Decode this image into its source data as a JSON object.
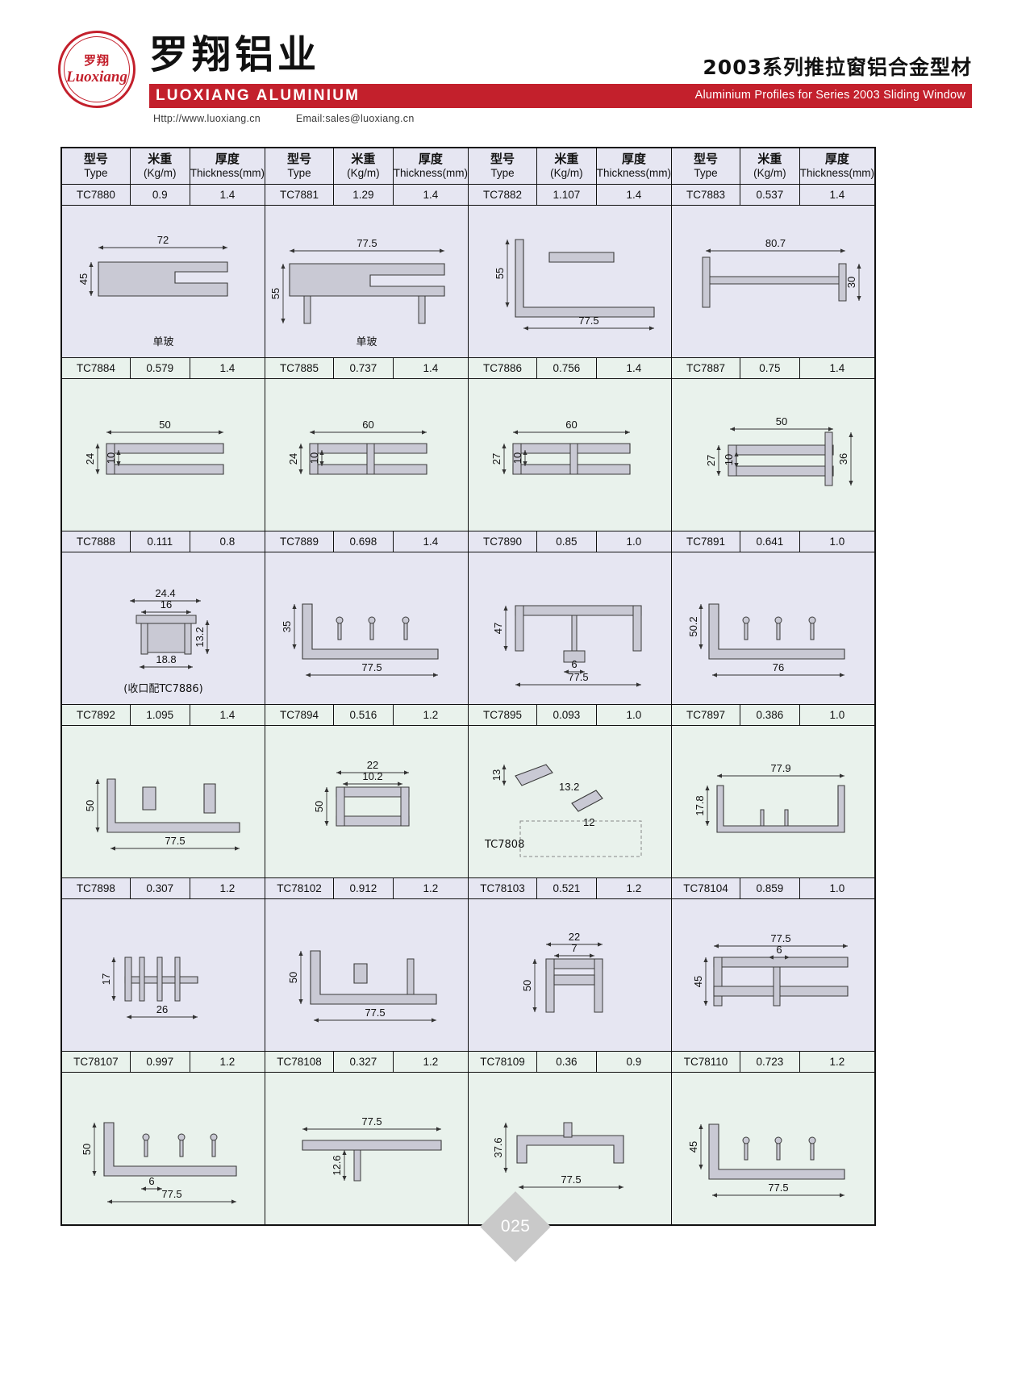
{
  "brand": {
    "logo_cn": "罗翔",
    "logo_en": "Luoxiang",
    "name_cn": "罗翔铝业",
    "name_en": "LUOXIANG ALUMINIUM",
    "website": "Http://www.luoxiang.cn",
    "email": "Email:sales@luoxiang.cn",
    "accent_color": "#c3202c"
  },
  "header": {
    "title_cn": "2003系列推拉窗铝合金型材",
    "title_en": "Aluminium Profiles for Series 2003 Sliding Window"
  },
  "table": {
    "headers": {
      "type_cn": "型号",
      "type_en": "Type",
      "weight_cn": "米重",
      "weight_en": "(Kg/m)",
      "thickness_cn": "厚度",
      "thickness_en": "Thickness(mm)"
    },
    "rows": [
      {
        "band": "violet",
        "specs": [
          {
            "type": "TC7880",
            "weight": "0.9",
            "thickness": "1.4"
          },
          {
            "type": "TC7881",
            "weight": "1.29",
            "thickness": "1.4"
          },
          {
            "type": "TC7882",
            "weight": "1.107",
            "thickness": "1.4"
          },
          {
            "type": "TC7883",
            "weight": "0.537",
            "thickness": "1.4"
          }
        ],
        "figures": [
          {
            "dims": [
              "72",
              "45"
            ],
            "caption": "单玻"
          },
          {
            "dims": [
              "77.5",
              "55"
            ],
            "caption": "单玻"
          },
          {
            "dims": [
              "55",
              "77.5"
            ],
            "caption": ""
          },
          {
            "dims": [
              "80.7",
              "30"
            ],
            "caption": ""
          }
        ]
      },
      {
        "band": "green",
        "specs": [
          {
            "type": "TC7884",
            "weight": "0.579",
            "thickness": "1.4"
          },
          {
            "type": "TC7885",
            "weight": "0.737",
            "thickness": "1.4"
          },
          {
            "type": "TC7886",
            "weight": "0.756",
            "thickness": "1.4"
          },
          {
            "type": "TC7887",
            "weight": "0.75",
            "thickness": "1.4"
          }
        ],
        "figures": [
          {
            "dims": [
              "50",
              "24",
              "10"
            ],
            "caption": ""
          },
          {
            "dims": [
              "60",
              "24",
              "10"
            ],
            "caption": ""
          },
          {
            "dims": [
              "60",
              "27",
              "10"
            ],
            "caption": ""
          },
          {
            "dims": [
              "50",
              "27",
              "10",
              "36"
            ],
            "caption": ""
          }
        ]
      },
      {
        "band": "violet",
        "specs": [
          {
            "type": "TC7888",
            "weight": "0.111",
            "thickness": "0.8"
          },
          {
            "type": "TC7889",
            "weight": "0.698",
            "thickness": "1.4"
          },
          {
            "type": "TC7890",
            "weight": "0.85",
            "thickness": "1.0"
          },
          {
            "type": "TC7891",
            "weight": "0.641",
            "thickness": "1.0"
          }
        ],
        "figures": [
          {
            "dims": [
              "24.4",
              "16",
              "13.2",
              "18.8"
            ],
            "caption": "(收口配TC7886)"
          },
          {
            "dims": [
              "35",
              "77.5"
            ],
            "caption": ""
          },
          {
            "dims": [
              "47",
              "6",
              "77.5"
            ],
            "caption": ""
          },
          {
            "dims": [
              "50.2",
              "76"
            ],
            "caption": ""
          }
        ]
      },
      {
        "band": "green",
        "specs": [
          {
            "type": "TC7892",
            "weight": "1.095",
            "thickness": "1.4"
          },
          {
            "type": "TC7894",
            "weight": "0.516",
            "thickness": "1.2"
          },
          {
            "type": "TC7895",
            "weight": "0.093",
            "thickness": "1.0"
          },
          {
            "type": "TC7897",
            "weight": "0.386",
            "thickness": "1.0"
          }
        ],
        "figures": [
          {
            "dims": [
              "50",
              "77.5"
            ],
            "caption": ""
          },
          {
            "dims": [
              "22",
              "10.2",
              "50"
            ],
            "caption": ""
          },
          {
            "dims": [
              "13",
              "13.2",
              "12"
            ],
            "caption": "TC7808"
          },
          {
            "dims": [
              "77.9",
              "17.8"
            ],
            "caption": ""
          }
        ]
      },
      {
        "band": "violet",
        "specs": [
          {
            "type": "TC7898",
            "weight": "0.307",
            "thickness": "1.2"
          },
          {
            "type": "TC78102",
            "weight": "0.912",
            "thickness": "1.2"
          },
          {
            "type": "TC78103",
            "weight": "0.521",
            "thickness": "1.2"
          },
          {
            "type": "TC78104",
            "weight": "0.859",
            "thickness": "1.0"
          }
        ],
        "figures": [
          {
            "dims": [
              "17",
              "26"
            ],
            "caption": ""
          },
          {
            "dims": [
              "50",
              "77.5"
            ],
            "caption": ""
          },
          {
            "dims": [
              "22",
              "7",
              "50"
            ],
            "caption": ""
          },
          {
            "dims": [
              "77.5",
              "6",
              "45"
            ],
            "caption": ""
          }
        ]
      },
      {
        "band": "green",
        "specs": [
          {
            "type": "TC78107",
            "weight": "0.997",
            "thickness": "1.2"
          },
          {
            "type": "TC78108",
            "weight": "0.327",
            "thickness": "1.2"
          },
          {
            "type": "TC78109",
            "weight": "0.36",
            "thickness": "0.9"
          },
          {
            "type": "TC78110",
            "weight": "0.723",
            "thickness": "1.2"
          }
        ],
        "figures": [
          {
            "dims": [
              "50",
              "6",
              "77.5"
            ],
            "caption": ""
          },
          {
            "dims": [
              "77.5",
              "12.6"
            ],
            "caption": ""
          },
          {
            "dims": [
              "37.6",
              "77.5"
            ],
            "caption": ""
          },
          {
            "dims": [
              "45",
              "77.5"
            ],
            "caption": ""
          }
        ]
      }
    ]
  },
  "footer": {
    "page_number": "025"
  }
}
